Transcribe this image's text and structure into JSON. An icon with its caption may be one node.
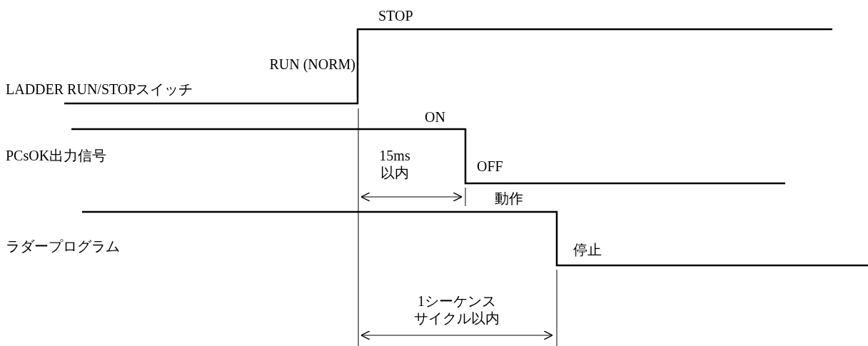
{
  "diagram": {
    "labels": [
      "STOP",
      "RUN (NORM)",
      "LADDER RUN/STOPスイッチ",
      "ON",
      "PCsOK出力信号",
      "15ms以内",
      "OFF",
      "動作",
      "ラダープログラム",
      "停止",
      "1シーケンスサイクル以内"
    ]
  }
}
